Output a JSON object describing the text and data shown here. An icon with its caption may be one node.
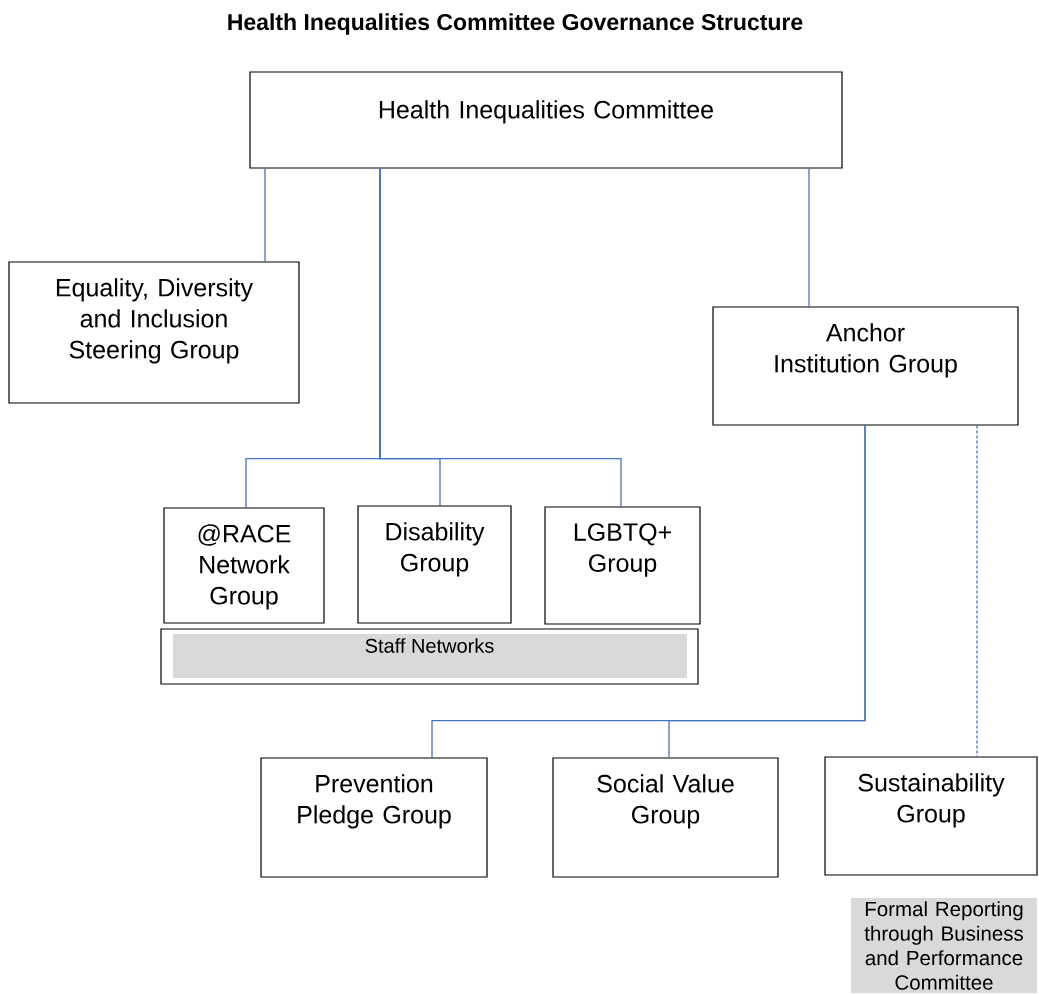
{
  "diagram": {
    "title": "Health Inequalities Committee Governance Structure",
    "nodes": [
      {
        "text": [
          "Health Inequalities Committee"
        ]
      },
      {
        "text": [
          "Equality, Diversity and Inclusion Steering Group"
        ]
      },
      {
        "text": [
          "Anchor Institution Group"
        ]
      },
      {
        "text": [
          "@RACE Network Group"
        ]
      },
      {
        "text": [
          "Disability Group"
        ]
      },
      {
        "text": [
          "LGBTQ+ Group"
        ]
      },
      {
        "text": [
          "Staff Networks"
        ]
      },
      {
        "text": [
          "Prevention Pledge Group"
        ]
      },
      {
        "text": [
          "Social Value Group"
        ]
      },
      {
        "text": [
          "Sustainability Group"
        ]
      },
      {
        "text": [
          "Formal Reporting through Business and Performance Committee"
        ]
      }
    ],
    "edges": [
      {
        "from": 0,
        "to": 1,
        "arrow": "none"
      },
      {
        "from": 0,
        "to": 3,
        "arrow": "none"
      },
      {
        "from": 0,
        "to": 4,
        "arrow": "none"
      },
      {
        "from": 0,
        "to": 5,
        "arrow": "none"
      },
      {
        "from": 0,
        "to": 2,
        "arrow": "none"
      },
      {
        "from": 2,
        "to": 7,
        "arrow": "none"
      },
      {
        "from": 2,
        "to": 8,
        "arrow": "none"
      },
      {
        "from": 2,
        "to": 9,
        "arrow": "none",
        "style": "dashed"
      }
    ]
  }
}
